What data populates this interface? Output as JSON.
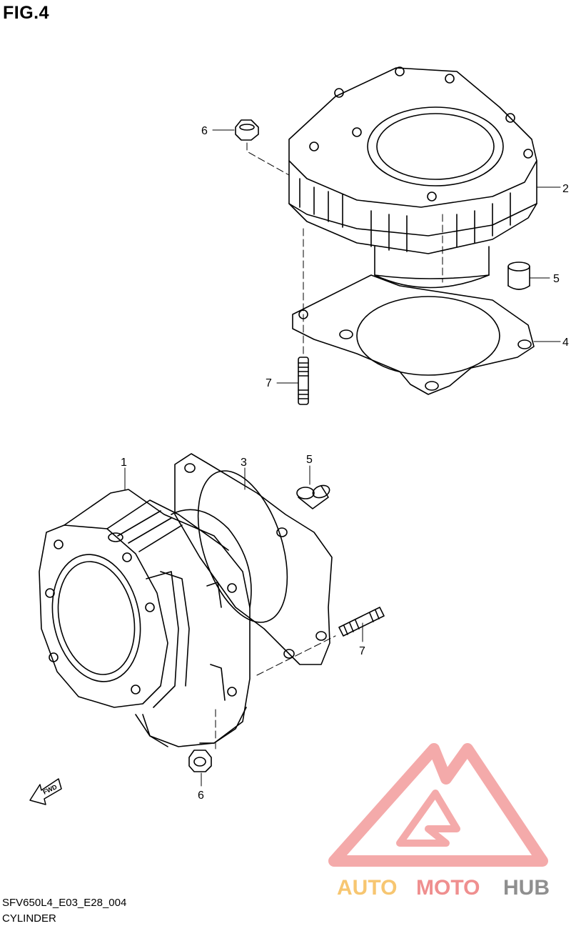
{
  "figure": {
    "title": "FIG.4"
  },
  "footer": {
    "code": "SFV650L4_E03_E28_004",
    "name": "CYLINDER"
  },
  "direction_label": "FWD",
  "watermark": {
    "brand_part1": "AUTO",
    "brand_part2": "MOTO",
    "brand_part3": "HUB",
    "colors": [
      "#f4a6a6",
      "#f7c46a",
      "#ef8a8a",
      "#8a8a8a"
    ]
  },
  "callouts": {
    "top": {
      "c6": "6",
      "c2": "2",
      "c5": "5",
      "c4": "4",
      "c7": "7"
    },
    "bottom": {
      "c1": "1",
      "c3": "3",
      "c5": "5",
      "c7": "7",
      "c6": "6"
    }
  }
}
